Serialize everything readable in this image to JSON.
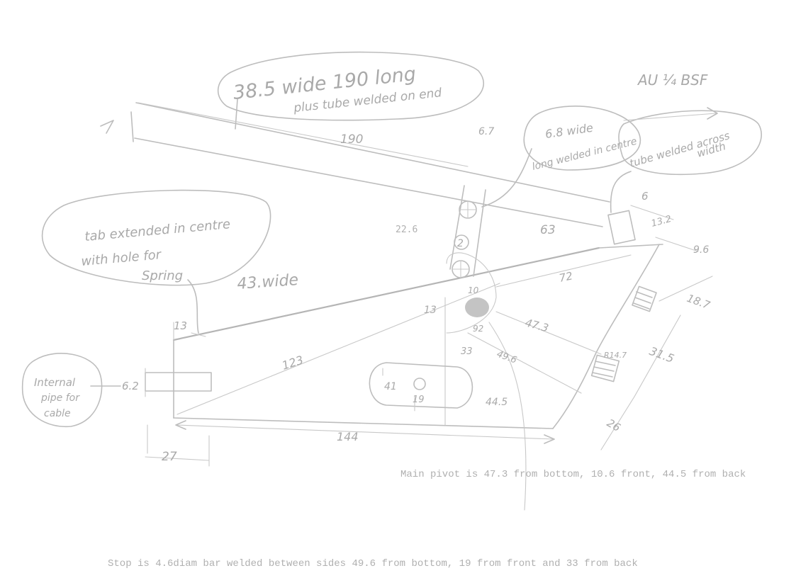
{
  "callouts": {
    "arm_note_1": "38.5 wide 190 long",
    "arm_note_2": "plus tube welded on end",
    "thread": "AU ¼ BSF",
    "center_note_1": "6.8 wide",
    "center_note_2": "long welded in centre",
    "tube_note_1": "tube welded across",
    "tube_note_2": "width",
    "tab_note_1": "tab extended in centre",
    "tab_note_2": "with hole for",
    "tab_note_3": "Spring",
    "pipe_note_1": "Internal",
    "pipe_note_2": "pipe for",
    "pipe_note_3": "cable"
  },
  "dimensions": {
    "d190": "190",
    "d6_7": "6.7",
    "d22_6": "22.6",
    "d63": "63",
    "d6": "6",
    "d13_2": "13.2",
    "d9_6": "9.6",
    "d43_wide": "43.wide",
    "d72": "72",
    "d10": "10",
    "d13a": "13",
    "d13b": "13",
    "d92": "92",
    "d33": "33",
    "d47_3": "47.3",
    "d49_6": "49.6",
    "d123": "123",
    "d6_2": "6.2",
    "d41": "41",
    "d19": "19",
    "d44_5": "44.5",
    "d144": "144",
    "d27": "27",
    "d18_7": "18.7",
    "dR14_7": "R14.7",
    "d31_5": "31.5",
    "d26": "26",
    "label_2": "2"
  },
  "notes": {
    "main_pivot": "Main pivot is 47.3 from bottom, 10.6 front, 44.5 from back",
    "stop": "Stop is 4.6diam bar welded between sides 49.6 from bottom, 19 from front and 33 from back"
  }
}
